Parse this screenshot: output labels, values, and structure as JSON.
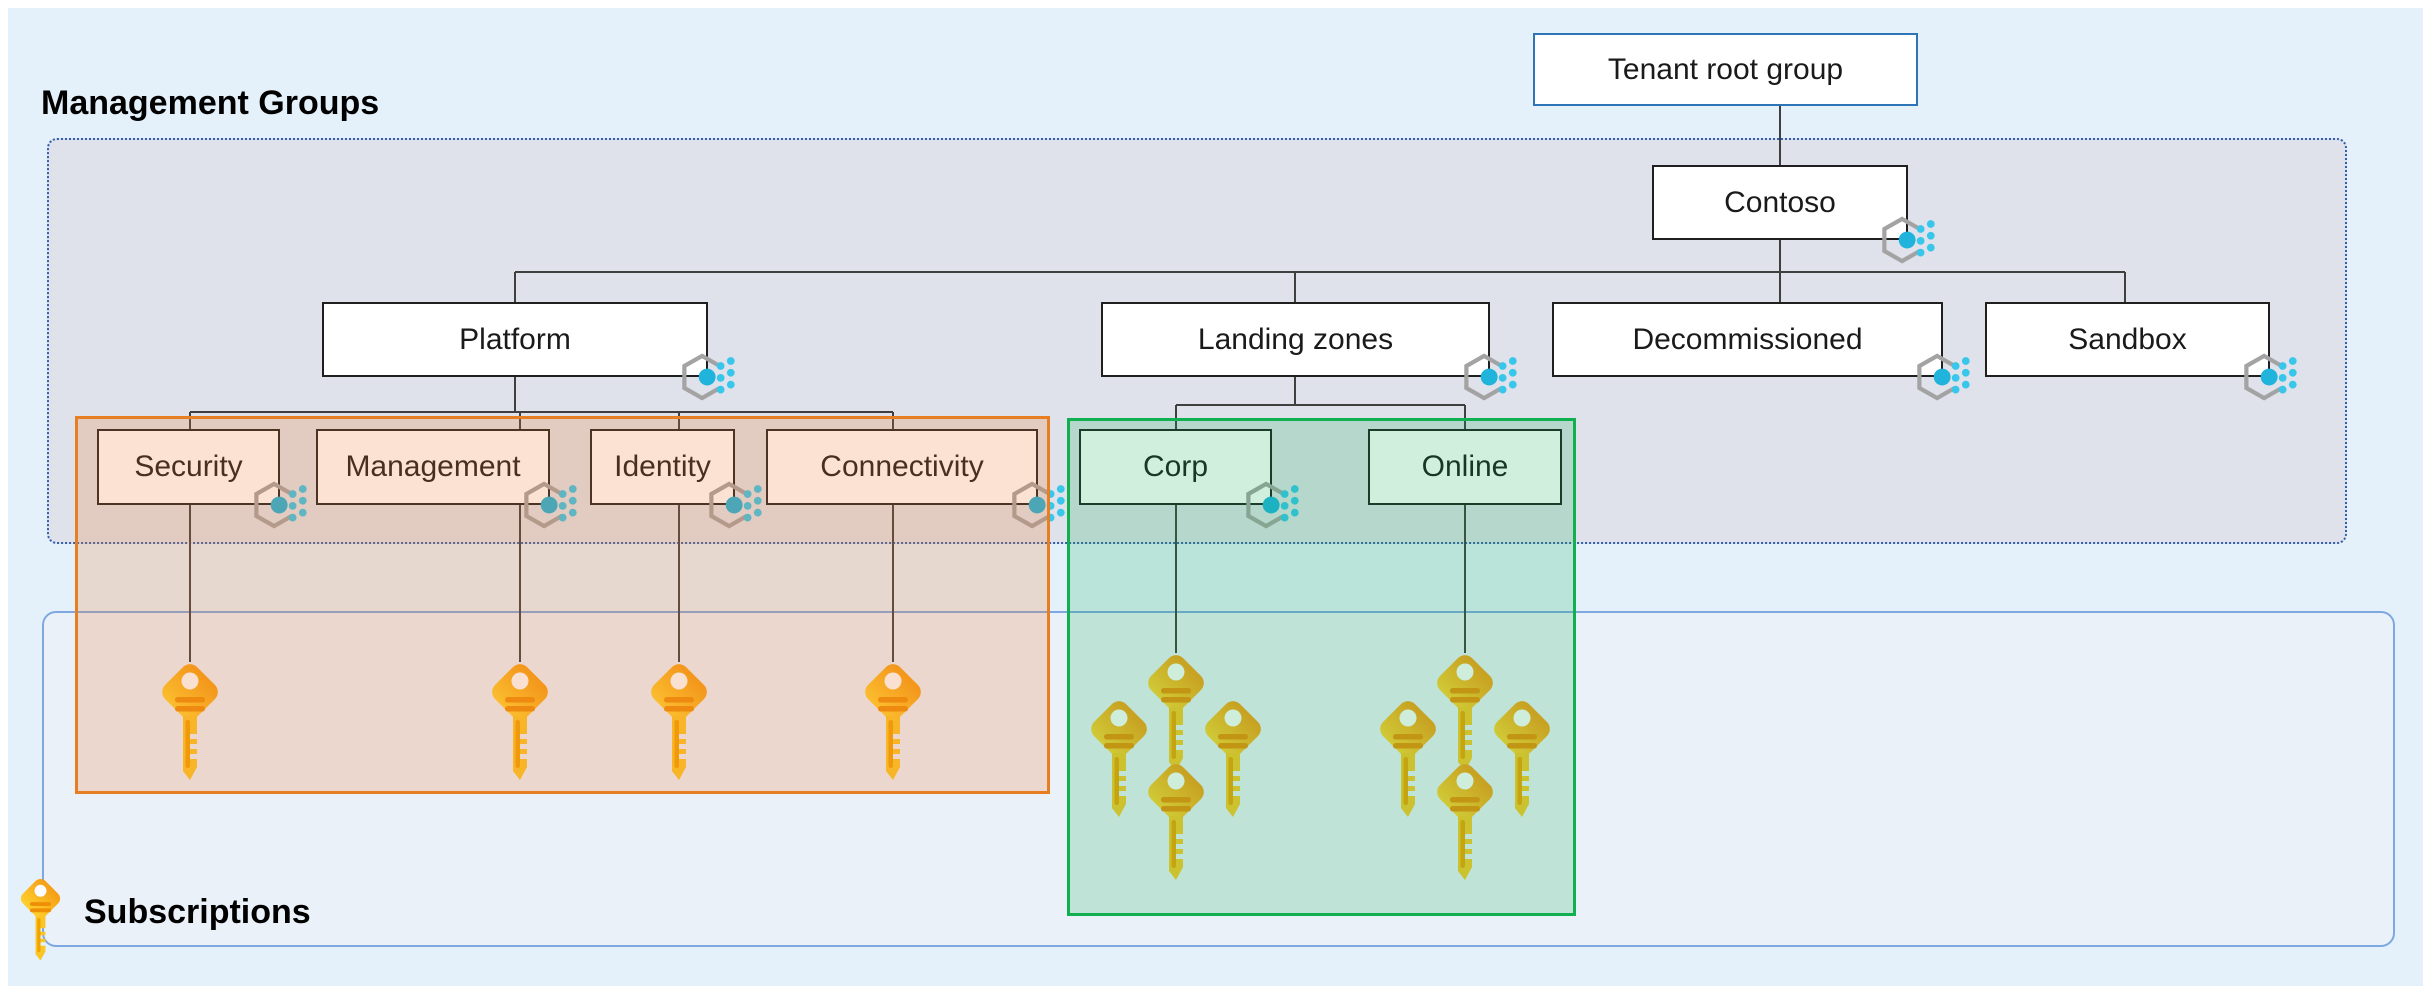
{
  "headers": {
    "management_groups": "Management Groups",
    "subscriptions": "Subscriptions"
  },
  "nodes": {
    "tenant_root": "Tenant root group",
    "contoso": "Contoso",
    "platform": "Platform",
    "landing_zones": "Landing zones",
    "decommissioned": "Decommissioned",
    "sandbox": "Sandbox",
    "security": "Security",
    "management": "Management",
    "identity": "Identity",
    "connectivity": "Connectivity",
    "corp": "Corp",
    "online": "Online"
  },
  "icons": {
    "management_group_icon": "hexagon-dots-icon",
    "subscription_icon": "key-icon"
  },
  "colors": {
    "canvas_background": "#E4F1FB",
    "management_groups_fill": "#DFE2EA",
    "management_groups_border": "#2F5FAE",
    "subscriptions_fill": "#EBF1F9",
    "subscriptions_border": "#7FA8E0",
    "tenant_root_border": "#2E75B6",
    "node_border": "#1F1F1F",
    "platform_zone_border": "#E87E22",
    "platform_zone_fill": "rgba(237,125,49,0.22)",
    "landing_zone_border": "#10AF50",
    "landing_zone_fill": "rgba(18,177,85,0.20)",
    "connector": "#3F3F3F",
    "key_orange": "#F59D15",
    "key_yellow": "#FFD02E",
    "mg_icon_hex": "#A3A3A3",
    "mg_icon_dot": "#20B3DC"
  }
}
